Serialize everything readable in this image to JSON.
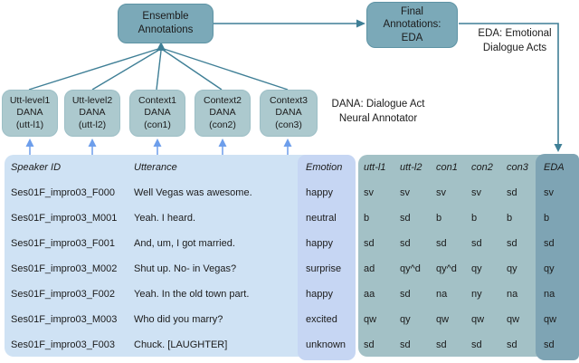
{
  "colors": {
    "box_fill": "#7BA9B8",
    "box_border": "#5D93A4",
    "annotator_fill": "#ACC9CE",
    "connector_teal": "#3F7F96",
    "arrow_blue": "#6D9EEB",
    "table_fill": "#CFE2F4",
    "emotion_fill": "#C6D6F3",
    "annotations_fill": "#A3C1C6",
    "eda_fill": "#7EA4B4",
    "text": "#1B1B1B"
  },
  "diagram": {
    "ensemble_label": "Ensemble\nAnnotations",
    "final_label": "Final\nAnnotations:\nEDA",
    "annotators": [
      {
        "label": "Utt-level1\nDANA\n(utt-l1)"
      },
      {
        "label": "Utt-level2\nDANA\n(utt-l2)"
      },
      {
        "label": "Context1\nDANA\n(con1)"
      },
      {
        "label": "Context2\nDANA\n(con2)"
      },
      {
        "label": "Context3\nDANA\n(con3)"
      }
    ],
    "dana_note": "DANA: Dialogue Act\nNeural Annotator",
    "eda_note": "EDA: Emotional\nDialogue Acts"
  },
  "table": {
    "headers": [
      "Speaker ID",
      "Utterance",
      "Emotion",
      "utt-l1",
      "utt-l2",
      "con1",
      "con2",
      "con3",
      "EDA"
    ],
    "rows": [
      [
        "Ses01F_impro03_F000",
        "Well Vegas was awesome.",
        "happy",
        "sv",
        "sv",
        "sv",
        "sv",
        "sd",
        "sv"
      ],
      [
        "Ses01F_impro03_M001",
        "Yeah. I heard.",
        "neutral",
        "b",
        "sd",
        "b",
        "b",
        "b",
        "b"
      ],
      [
        "Ses01F_impro03_F001",
        "And, um, I got married.",
        "happy",
        "sd",
        "sd",
        "sd",
        "sd",
        "sd",
        "sd"
      ],
      [
        "Ses01F_impro03_M002",
        "Shut up. No- in Vegas?",
        "surprise",
        "ad",
        "qy^d",
        "qy^d",
        "qy",
        "qy",
        "qy"
      ],
      [
        "Ses01F_impro03_F002",
        "Yeah. In the old town part.",
        "happy",
        "aa",
        "sd",
        "na",
        "ny",
        "na",
        "na"
      ],
      [
        "Ses01F_impro03_M003",
        "Who did you marry?",
        "excited",
        "qw",
        "qy",
        "qw",
        "qw",
        "qw",
        "qw"
      ],
      [
        "Ses01F_impro03_F003",
        "Chuck. [LAUGHTER]",
        "unknown",
        "sd",
        "sd",
        "sd",
        "sd",
        "sd",
        "sd"
      ]
    ]
  }
}
